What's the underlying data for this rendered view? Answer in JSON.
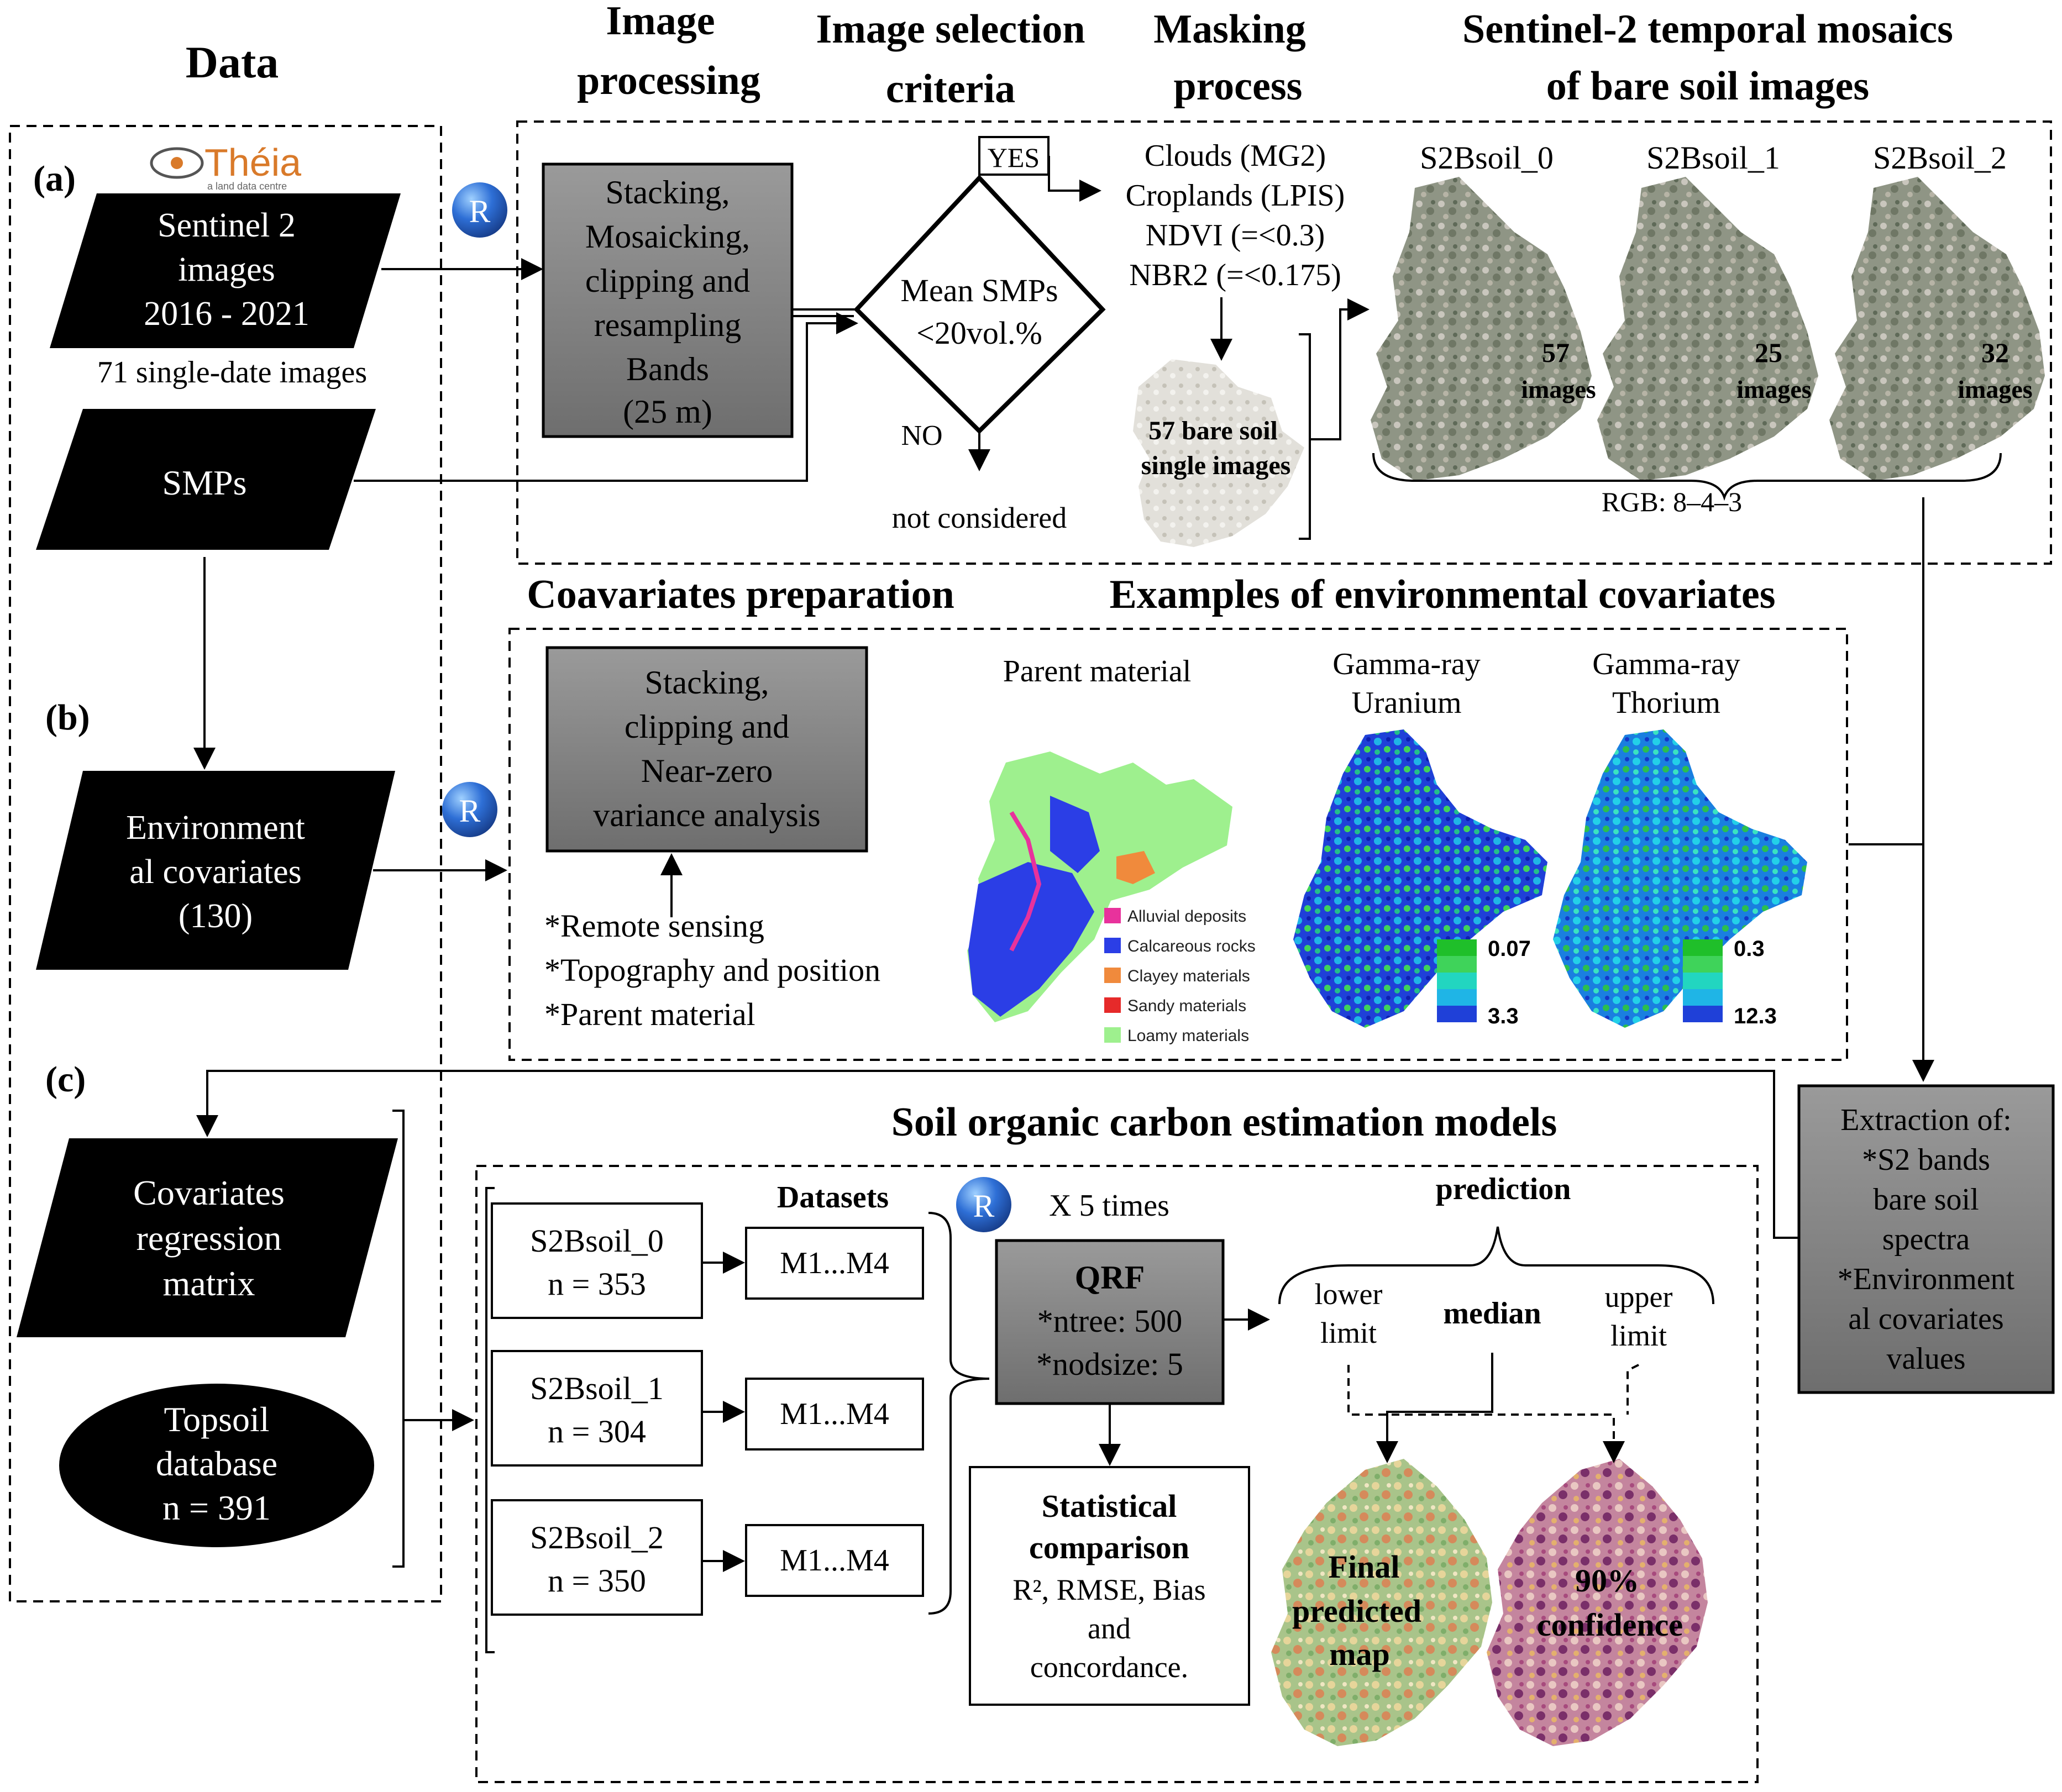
{
  "headers": {
    "data": "Data",
    "image_processing": [
      "Image",
      "processing"
    ],
    "image_selection": [
      "Image selection",
      "criteria"
    ],
    "masking": [
      "Masking",
      "process"
    ],
    "mosaics": [
      "Sentinel-2 temporal mosaics",
      "of bare soil images"
    ],
    "covariates_prep": "Coavariates preparation",
    "env_examples": "Examples of environmental covariates",
    "soc_models": "Soil organic carbon estimation models"
  },
  "section_labels": {
    "a": "(a)",
    "b": "(b)",
    "c": "(c)"
  },
  "logo": {
    "text": "Théia",
    "sub": "a land data centre"
  },
  "r_badge": "R",
  "data_nodes": {
    "sentinel": [
      "Sentinel 2",
      "images",
      "2016  - 2021"
    ],
    "sentinel_note": "71  single-date images",
    "smps": "SMPs",
    "env_cov": [
      "Environment",
      "al covariates",
      "(130)"
    ],
    "cov_matrix": [
      "Covariates",
      "regression",
      "matrix"
    ],
    "topsoil": [
      "Topsoil",
      "database",
      "n = 391"
    ]
  },
  "processing": {
    "box": [
      "Stacking,",
      "Mosaicking,",
      "clipping and",
      "resampling",
      "Bands",
      "(25  m)"
    ],
    "decision": [
      "Mean SMPs",
      "<20vol.%"
    ],
    "yes": "YES",
    "no": "NO",
    "not_considered": "not considered",
    "masks": [
      "Clouds (MG2)",
      "Croplands (LPIS)",
      "NDVI (=<0.3)",
      "NBR2 (=<0.175)"
    ],
    "bare_soil_single": [
      "57 bare soil",
      "single images"
    ]
  },
  "mosaics": [
    {
      "name": "S2Bsoil_0",
      "count": "57",
      "unit": "images"
    },
    {
      "name": "S2Bsoil_1",
      "count": "25",
      "unit": "images"
    },
    {
      "name": "S2Bsoil_2",
      "count": "32",
      "unit": "images"
    }
  ],
  "rgb_label": "RGB:  8–4–3",
  "covariates": {
    "box": [
      "Stacking,",
      "clipping and",
      "Near-zero",
      "variance analysis"
    ],
    "list": [
      "*Remote sensing",
      "*Topography and position",
      "*Parent material"
    ],
    "parent_material": {
      "title": "Parent material",
      "legend": [
        {
          "label": "Alluvial deposits",
          "color": "#e8329c"
        },
        {
          "label": "Calcareous rocks",
          "color": "#2b3ee6"
        },
        {
          "label": "Clayey materials",
          "color": "#f08a3c"
        },
        {
          "label": "Sandy materials",
          "color": "#e62a2a"
        },
        {
          "label": "Loamy materials",
          "color": "#9ef08e"
        }
      ]
    },
    "uranium": {
      "title": [
        "Gamma-ray",
        "Uranium"
      ],
      "min": "0.07",
      "max": "3.3"
    },
    "thorium": {
      "title": [
        "Gamma-ray",
        "Thorium"
      ],
      "min": "0.3",
      "max": "12.3"
    }
  },
  "extraction": [
    "Extraction of:",
    "*S2 bands",
    "bare soil",
    "spectra",
    "*Environment",
    "al covariates",
    "values"
  ],
  "models": {
    "datasets_label": "Datasets",
    "sets": [
      {
        "name": "S2Bsoil_0",
        "n": "n = 353",
        "model": "M1...M4"
      },
      {
        "name": "S2Bsoil_1",
        "n": "n = 304",
        "model": "M1...M4"
      },
      {
        "name": "S2Bsoil_2",
        "n": "n = 350",
        "model": "M1...M4"
      }
    ],
    "times": "X 5 times",
    "qrf": [
      "QRF",
      "*ntree: 500",
      "*nodsize: 5"
    ],
    "prediction": "prediction",
    "lower": [
      "lower",
      "limit"
    ],
    "median": "median",
    "upper": [
      "upper",
      "limit"
    ],
    "stats": [
      "Statistical",
      "comparison",
      "R², RMSE, Bias",
      "and",
      "concordance."
    ],
    "final_map": [
      "Final",
      "predicted",
      "map"
    ],
    "confidence": [
      "90%",
      "confidence"
    ]
  },
  "colors": {
    "gray_box": "#808080",
    "black_node": "#000000",
    "calcareous": "#2b3ee6",
    "loamy": "#9ef08e"
  }
}
